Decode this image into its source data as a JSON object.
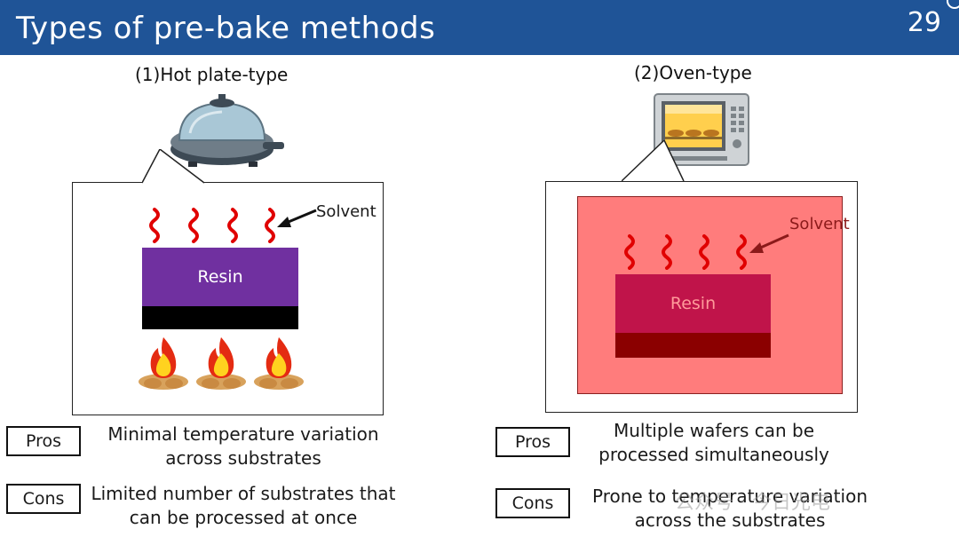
{
  "header": {
    "title": "Types of pre-bake methods",
    "page_number": "29"
  },
  "left": {
    "section_title": "(1)Hot plate-type",
    "resin_label": "Resin",
    "solvent_label": "Solvent",
    "pros_label": "Pros",
    "pros_text_line1": "Minimal temperature variation",
    "pros_text_line2": "across substrates",
    "cons_label": "Cons",
    "cons_text_line1": "Limited number of substrates that",
    "cons_text_line2": "can be processed at once"
  },
  "right": {
    "section_title": "(2)Oven-type",
    "resin_label": "Resin",
    "solvent_label": "Solvent",
    "pros_label": "Pros",
    "pros_text_line1": "Multiple wafers can be",
    "pros_text_line2": "processed simultaneously",
    "cons_label": "Cons",
    "cons_text_line1": "Prone to temperature variation",
    "cons_text_line2": "across the substrates"
  },
  "watermark": {
    "text": "公众号 · 今日光电"
  },
  "colors": {
    "header_bg": "#1f5497",
    "resin_hotplate": "#7030a0",
    "substrate_hotplate": "#000000",
    "oven_bg": "#ff7c7c",
    "resin_oven": "#c0144a",
    "substrate_oven": "#8b0000",
    "solvent_wave": "#e00000"
  }
}
